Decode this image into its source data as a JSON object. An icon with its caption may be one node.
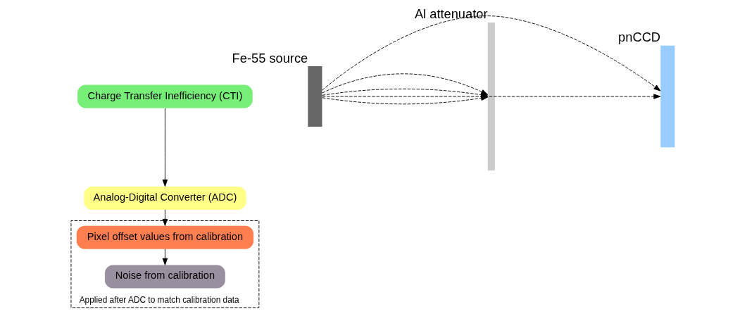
{
  "diagram": {
    "nodes": [
      {
        "text": [
          "Charge Transfer Inefficiency (CTI)"
        ]
      },
      {
        "text": [
          "Analog-Digital Converter (ADC)"
        ]
      },
      {
        "text": [
          "Applied after ADC to match calibration data"
        ]
      },
      {
        "text": [
          "Pixel offset values from calibration"
        ],
        "in": 2
      },
      {
        "text": [
          "Noise from calibration"
        ],
        "in": 2
      },
      {
        "text": [],
        "shape": "bar",
        "beside": [
          "Fe-55 source"
        ]
      },
      {
        "text": [],
        "shape": "bar",
        "beside": [
          "Al attenuator"
        ]
      },
      {
        "text": [],
        "shape": "bar",
        "beside": [
          "pnCCD"
        ]
      }
    ],
    "edges": [
      {
        "from": 0,
        "to": 1,
        "arrow": "to"
      },
      {
        "from": 1,
        "to": 3,
        "arrow": "to"
      },
      {
        "from": 3,
        "to": 4,
        "arrow": "to"
      },
      {
        "from": 5,
        "to": 6,
        "arrow": "to",
        "style": "dashed"
      },
      {
        "from": 5,
        "to": 6,
        "arrow": "to",
        "style": "dashed"
      },
      {
        "from": 5,
        "to": 7,
        "arrow": "to",
        "style": "dashed"
      },
      {
        "from": 5,
        "to": 6,
        "arrow": "to",
        "style": "dashed"
      },
      {
        "from": 5,
        "to": 7,
        "arrow": "to",
        "style": "dashed"
      }
    ]
  }
}
